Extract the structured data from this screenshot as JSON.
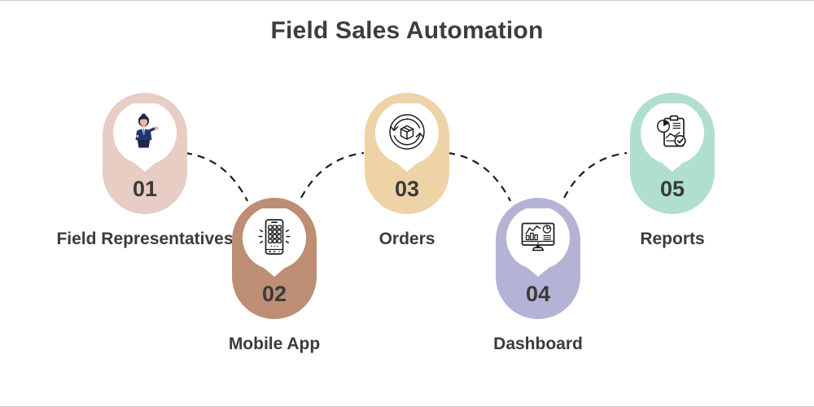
{
  "title": "Field Sales Automation",
  "background": "#ffffff",
  "connector": {
    "color": "#1e1e1e",
    "style": "dashed"
  },
  "text_color": "#3b3b3b",
  "steps": [
    {
      "number": "01",
      "label": "Field Representatives",
      "icon": "field-representative-icon",
      "color": "#e7cdc3"
    },
    {
      "number": "02",
      "label": "Mobile App",
      "icon": "mobile-app-icon",
      "color": "#bd8e73"
    },
    {
      "number": "03",
      "label": "Orders",
      "icon": "orders-cycle-icon",
      "color": "#eed3a7"
    },
    {
      "number": "04",
      "label": "Dashboard",
      "icon": "dashboard-monitor-icon",
      "color": "#b4b3d6"
    },
    {
      "number": "05",
      "label": "Reports",
      "icon": "reports-clipboard-icon",
      "color": "#b0dfd1"
    }
  ]
}
